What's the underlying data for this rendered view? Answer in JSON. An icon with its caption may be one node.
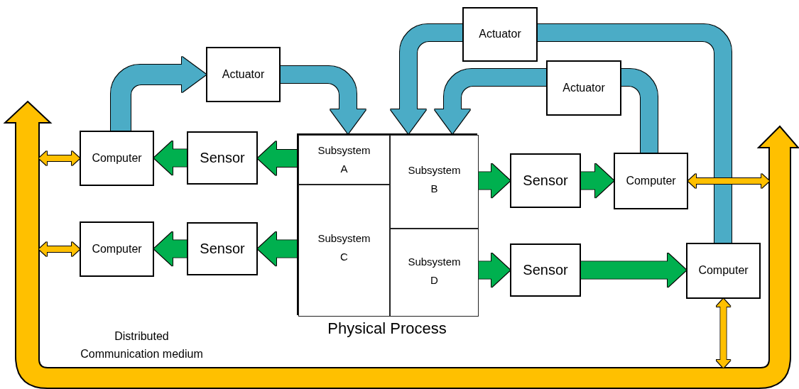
{
  "diagram": {
    "nodes": [
      {
        "text": [
          "Physical Process"
        ]
      },
      {
        "text": [
          "Subsystem A"
        ],
        "in": 0
      },
      {
        "text": [
          "Subsystem B"
        ],
        "in": 0
      },
      {
        "text": [
          "Subsystem C"
        ],
        "in": 0
      },
      {
        "text": [
          "Subsystem D"
        ],
        "in": 0
      },
      {
        "text": [
          "Sensor"
        ]
      },
      {
        "text": [
          "Computer"
        ]
      },
      {
        "text": [
          "Sensor"
        ]
      },
      {
        "text": [
          "Computer"
        ]
      },
      {
        "text": [
          "Actuator"
        ]
      },
      {
        "text": [
          "Actuator"
        ]
      },
      {
        "text": [
          "Actuator"
        ]
      },
      {
        "text": [
          "Sensor"
        ]
      },
      {
        "text": [
          "Computer"
        ]
      },
      {
        "text": [
          "Sensor"
        ]
      },
      {
        "text": [
          "Computer"
        ]
      },
      {
        "text": [],
        "shape": "bar",
        "beside": [
          "Distributed Communication medium"
        ]
      }
    ],
    "edges": [
      {
        "from": 1,
        "to": 5,
        "arrow": "to",
        "color": "#00b050"
      },
      {
        "from": 5,
        "to": 6,
        "arrow": "to",
        "color": "#00b050"
      },
      {
        "from": 6,
        "to": 9,
        "arrow": "to",
        "color": "#4bacc6"
      },
      {
        "from": 9,
        "to": 1,
        "arrow": "to",
        "color": "#4bacc6"
      },
      {
        "from": 3,
        "to": 7,
        "arrow": "to",
        "color": "#00b050"
      },
      {
        "from": 7,
        "to": 8,
        "arrow": "to",
        "color": "#00b050"
      },
      {
        "from": 2,
        "to": 12,
        "arrow": "to",
        "color": "#00b050"
      },
      {
        "from": 12,
        "to": 13,
        "arrow": "to",
        "color": "#00b050"
      },
      {
        "from": 13,
        "to": 11,
        "arrow": "none",
        "color": "#4bacc6"
      },
      {
        "from": 11,
        "to": 2,
        "arrow": "to",
        "color": "#4bacc6"
      },
      {
        "from": 4,
        "to": 14,
        "arrow": "to",
        "color": "#00b050"
      },
      {
        "from": 14,
        "to": 15,
        "arrow": "to",
        "color": "#00b050"
      },
      {
        "from": 15,
        "to": 10,
        "arrow": "none",
        "color": "#4bacc6"
      },
      {
        "from": 10,
        "to": 2,
        "arrow": "to",
        "color": "#4bacc6"
      },
      {
        "from": 16,
        "to": 6,
        "arrow": "both",
        "color": "#ffc000"
      },
      {
        "from": 16,
        "to": 8,
        "arrow": "both",
        "color": "#ffc000"
      },
      {
        "from": 13,
        "to": 16,
        "arrow": "both",
        "color": "#ffc000"
      },
      {
        "from": 15,
        "to": 16,
        "arrow": "both",
        "color": "#ffc000"
      }
    ]
  }
}
